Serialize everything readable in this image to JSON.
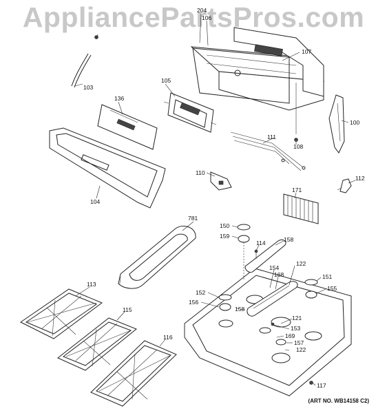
{
  "watermark": "AppliancePartsPros.com",
  "art_number": "(ART NO. WB14158 C2)",
  "callouts": {
    "c204": "204",
    "c106": "106",
    "c107": "107",
    "c105": "105",
    "c103": "103",
    "c136": "136",
    "c111": "111",
    "c100": "100",
    "c108": "108",
    "c104": "104",
    "c110": "110",
    "c112": "112",
    "c171": "171",
    "c781": "781",
    "c150": "150",
    "c159": "159",
    "c114": "114",
    "c158a": "158",
    "c154": "154",
    "c122a": "122",
    "c168": "168",
    "c151": "151",
    "c155": "155",
    "c113": "113",
    "c152": "152",
    "c156": "156",
    "c158b": "158",
    "c115": "115",
    "c121": "121",
    "c153": "153",
    "c169": "169",
    "c157": "157",
    "c122b": "122",
    "c116": "116",
    "c117": "117"
  }
}
